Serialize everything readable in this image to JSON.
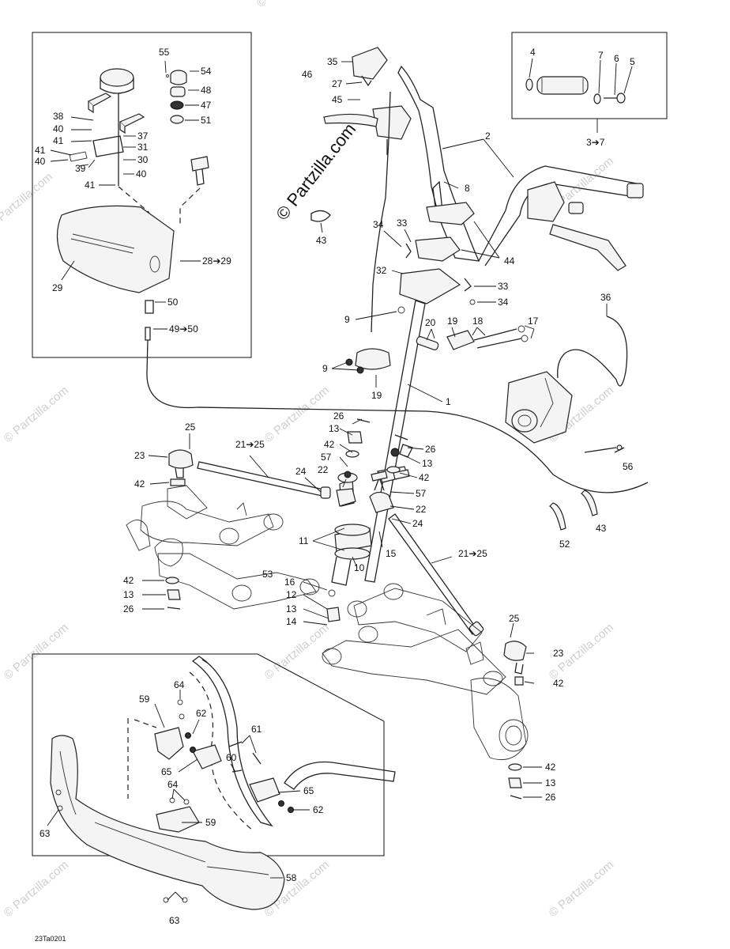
{
  "drawing_code": "23Ta0201",
  "watermark": {
    "main": "© Partzilla.com",
    "repeat": "© Partzilla.com"
  },
  "callouts": {
    "c55": "55",
    "c54": "54",
    "c48": "48",
    "c47": "47",
    "c51": "51",
    "c38": "38",
    "c40a": "40",
    "c41a": "41",
    "c41b": "41",
    "c40b": "40",
    "c39": "39",
    "c37": "37",
    "c31": "31",
    "c30": "30",
    "c40c": "40",
    "c41c": "41",
    "c28_29": "28➔29",
    "c29": "29",
    "c50": "50",
    "c49_50": "49➔50",
    "c35": "35",
    "c46": "46",
    "c27": "27",
    "c45": "45",
    "c4": "4",
    "c7": "7",
    "c6": "6",
    "c5": "5",
    "c3_7": "3➔7",
    "c2": "2",
    "c8": "8",
    "c43a": "43",
    "c34a": "34",
    "c33a": "33",
    "c44": "44",
    "c32": "32",
    "c33b": "33",
    "c34b": "34",
    "c36": "36",
    "c9a": "9",
    "c20": "20",
    "c19a": "19",
    "c18": "18",
    "c17": "17",
    "c9b": "9",
    "c19b": "19",
    "c1": "1",
    "c25a": "25",
    "c21_25a": "21➔25",
    "c26a": "26",
    "c13a": "13",
    "c42a": "42",
    "c57a": "57",
    "c22a": "22",
    "c24a": "24",
    "c26b": "26",
    "c13b": "13",
    "c42b": "42",
    "c57b": "57",
    "c22b": "22",
    "c24b": "24",
    "c23a": "23",
    "c42c": "42",
    "c56": "56",
    "c11": "11",
    "c15": "15",
    "c52": "52",
    "c43b": "43",
    "c21_25b": "21➔25",
    "c53": "53",
    "c16": "16",
    "c10": "10",
    "c12": "12",
    "c13c": "13",
    "c14": "14",
    "c42d": "42",
    "c13d": "13",
    "c26c": "26",
    "c25b": "25",
    "c23b": "23",
    "c42e": "42",
    "c42f": "42",
    "c13e": "13",
    "c26d": "26",
    "c64a": "64",
    "c59a": "59",
    "c62a": "62",
    "c61": "61",
    "c65a": "65",
    "c60": "60",
    "c64b": "64",
    "c65b": "65",
    "c62b": "62",
    "c59b": "59",
    "c63a": "63",
    "c58": "58",
    "c63b": "63"
  }
}
